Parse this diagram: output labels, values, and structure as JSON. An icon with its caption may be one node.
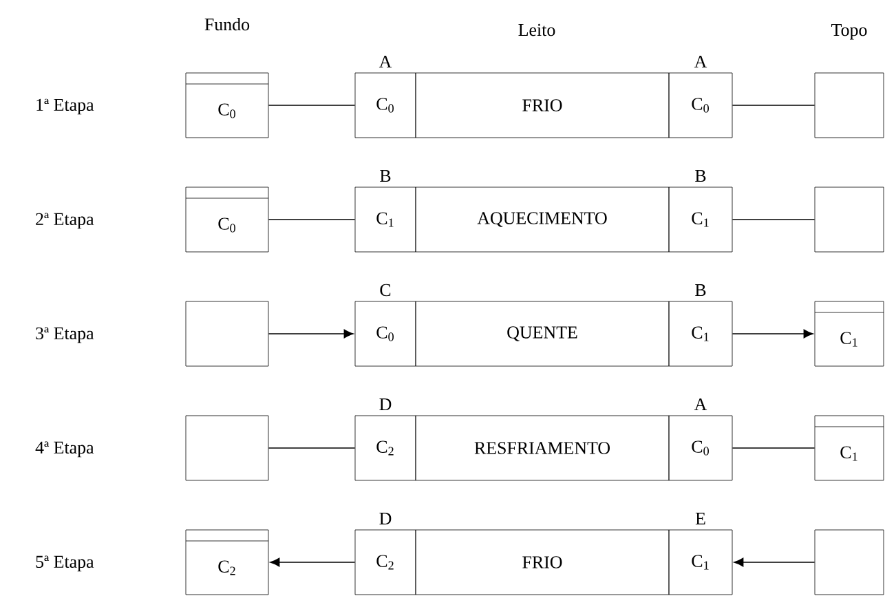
{
  "diagram": {
    "nodes": [
      {
        "text": [
          "C$_{0}$"
        ]
      },
      {
        "text": [
          "C$_{0}$"
        ],
        "beside": [
          "A"
        ]
      },
      {
        "text": [
          "FRIO"
        ]
      },
      {
        "text": [
          "C$_{0}$"
        ],
        "beside": [
          "A"
        ]
      },
      {
        "text": [],
        "shape": "box"
      },
      {
        "text": [
          "C$_{0}$"
        ]
      },
      {
        "text": [
          "C$_{1}$"
        ],
        "beside": [
          "B"
        ]
      },
      {
        "text": [
          "AQUECIMENTO"
        ]
      },
      {
        "text": [
          "C$_{1}$"
        ],
        "beside": [
          "B"
        ]
      },
      {
        "text": [],
        "shape": "box"
      },
      {
        "text": [],
        "shape": "box"
      },
      {
        "text": [
          "C$_{0}$"
        ],
        "beside": [
          "C"
        ]
      },
      {
        "text": [
          "QUENTE"
        ]
      },
      {
        "text": [
          "C$_{1}$"
        ],
        "beside": [
          "B"
        ]
      },
      {
        "text": [
          "C$_{1}$"
        ]
      },
      {
        "text": [],
        "shape": "box"
      },
      {
        "text": [
          "C$_{2}$"
        ],
        "beside": [
          "D"
        ]
      },
      {
        "text": [
          "RESFRIAMENTO"
        ]
      },
      {
        "text": [
          "C$_{0}$"
        ],
        "beside": [
          "A"
        ]
      },
      {
        "text": [
          "C$_{1}$"
        ]
      },
      {
        "text": [
          "C$_{2}$"
        ]
      },
      {
        "text": [
          "C$_{2}$"
        ],
        "beside": [
          "D"
        ]
      },
      {
        "text": [
          "FRIO"
        ]
      },
      {
        "text": [
          "C$_{1}$"
        ],
        "beside": [
          "E"
        ]
      },
      {
        "text": [],
        "shape": "box"
      }
    ],
    "edges": [
      {
        "from": 0,
        "to": 1,
        "arrow": "none"
      },
      {
        "from": 3,
        "to": 4,
        "arrow": "none"
      },
      {
        "from": 5,
        "to": 6,
        "arrow": "none"
      },
      {
        "from": 8,
        "to": 9,
        "arrow": "none"
      },
      {
        "from": 10,
        "to": 11,
        "arrow": "to"
      },
      {
        "from": 13,
        "to": 14,
        "arrow": "to"
      },
      {
        "from": 15,
        "to": 16,
        "arrow": "none"
      },
      {
        "from": 18,
        "to": 19,
        "arrow": "none"
      },
      {
        "from": 21,
        "to": 20,
        "arrow": "to"
      },
      {
        "from": 24,
        "to": 23,
        "arrow": "to"
      }
    ],
    "labels": [
      "Fundo",
      "Leito",
      "Topo",
      "1ª Etapa",
      "2ª Etapa",
      "3ª Etapa",
      "4ª Etapa",
      "5ª Etapa"
    ]
  }
}
